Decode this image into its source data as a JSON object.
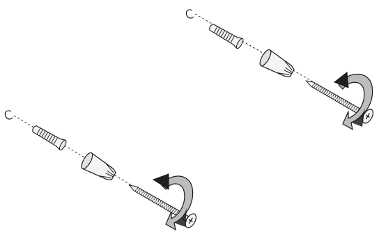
{
  "diagram": {
    "description_text": "",
    "assemblies": [
      {
        "id": "assembly-top",
        "wall_hole_label": "C",
        "parts": [
          "wall-hole",
          "wall-plug",
          "spacer-sleeve",
          "screw",
          "rotation-arrow"
        ]
      },
      {
        "id": "assembly-bottom",
        "wall_hole_label": "C",
        "parts": [
          "wall-hole",
          "wall-plug",
          "spacer-sleeve",
          "screw",
          "rotation-arrow"
        ]
      }
    ],
    "colors": {
      "stroke": "#1a1a1a",
      "fill_light": "#f4f4f4",
      "fill_mid": "#d6d6d6",
      "arrow_fill": "#bdbdbd",
      "arrow_dark": "#1f1f1f"
    }
  }
}
